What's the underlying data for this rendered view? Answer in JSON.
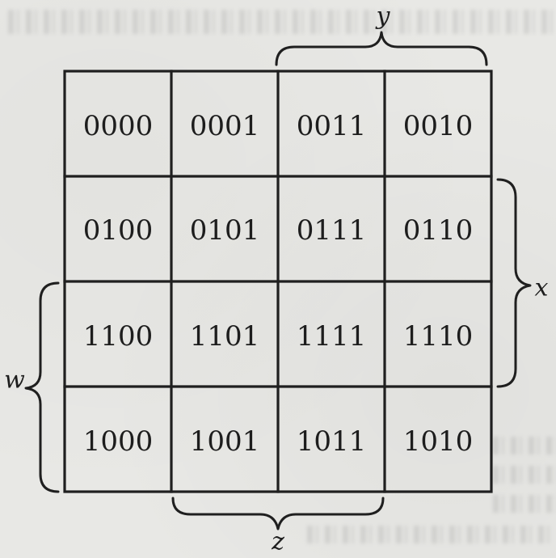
{
  "kmap": {
    "rows": [
      [
        "0000",
        "0001",
        "0011",
        "0010"
      ],
      [
        "0100",
        "0101",
        "0111",
        "0110"
      ],
      [
        "1100",
        "1101",
        "1111",
        "1110"
      ],
      [
        "1000",
        "1001",
        "1011",
        "1010"
      ]
    ]
  },
  "labels": {
    "y": "y",
    "x": "x",
    "w": "w",
    "z": "z"
  }
}
